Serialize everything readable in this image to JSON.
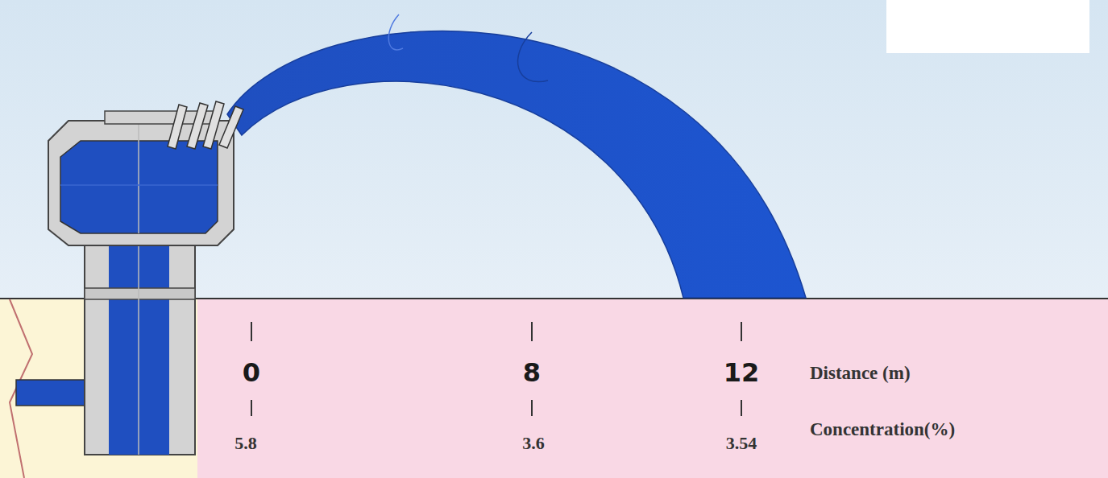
{
  "diagram": {
    "labels": [
      "0",
      "8",
      "12",
      "Distance (m)",
      "5.8",
      "3.6",
      "3.54",
      "Concentration(%)"
    ]
  }
}
